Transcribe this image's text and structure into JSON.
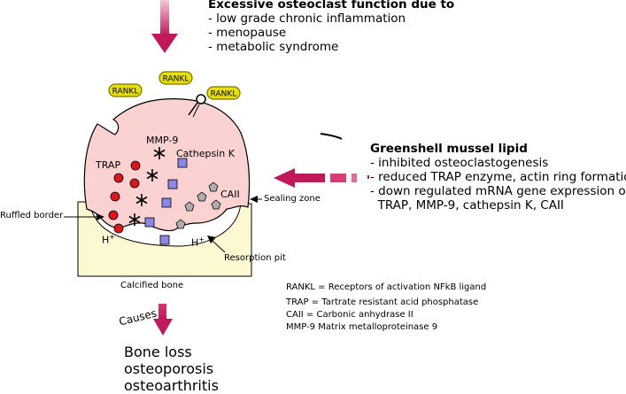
{
  "cause": {
    "title": "Excessive osteoclast function due to",
    "items": [
      "- low grade chronic inflammation",
      "- menopause",
      "- metabolic syndrome"
    ]
  },
  "rankl_label": "RANKL",
  "cell_labels": {
    "mmp9": "MMP-9",
    "cathepsin": "Cathepsin K",
    "trap": "TRAP",
    "caii": "CAII",
    "h1": "H",
    "h2": "H",
    "plus": "+"
  },
  "zone_labels": {
    "ruffled": "Ruffled border",
    "sealing": "Sealing zone",
    "resorption": "Resorption pit",
    "bone": "Calcified bone"
  },
  "lipid": {
    "title": "Greenshell mussel lipid",
    "items": [
      "- inhibited osteoclastogenesis",
      "- reduced TRAP enzyme, actin ring formation",
      "- down regulated mRNA gene expression of",
      "  TRAP, MMP-9, cathepsin K, CAII"
    ]
  },
  "causes_label": "Causes",
  "outcomes": [
    "Bone loss",
    "osteoporosis",
    "osteoarthritis"
  ],
  "abbreviations": [
    "RANKL = Receptors of activation NFkB ligand",
    "TRAP = Tartrate resistant acid phosphatase",
    "CAII = Carbonic anhydrase II",
    "MMP-9 Matrix metalloproteinase 9"
  ],
  "colors": {
    "arrow": "#c0185a",
    "cell": "#fad2d2",
    "bone": "#fcf9d2",
    "red_dot": "#e0151b",
    "square": "#8c87e6",
    "pentagon": "#aeaeae",
    "rankl": "#e8e000"
  }
}
